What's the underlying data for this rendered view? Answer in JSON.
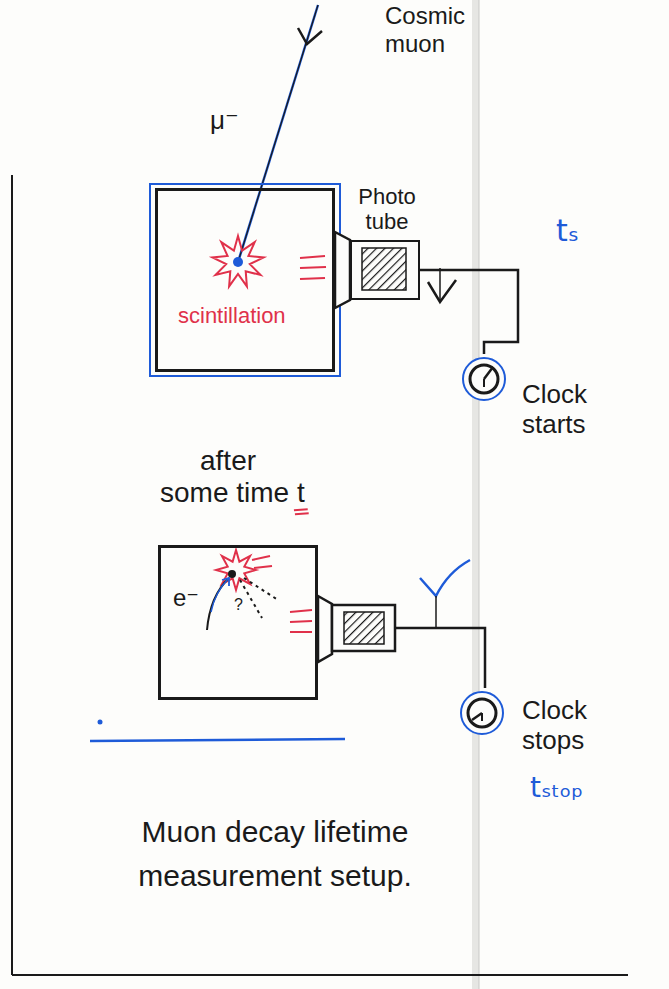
{
  "diagram": {
    "caption": "Muon decay lifetime measurement setup.",
    "nodes": [
      {
        "text": [
          "scintillation"
        ]
      },
      {
        "text": [
          "Photo tube"
        ]
      },
      {
        "text": [
          "Clock starts"
        ]
      },
      {
        "text": [
          "e⁻"
        ]
      },
      {
        "text": [
          "Clock stops"
        ]
      }
    ],
    "edges": [
      {
        "from": 1,
        "to": 2,
        "arrow": "none"
      }
    ],
    "labels": [
      "Cosmic muon",
      "μ⁻",
      "tₛ",
      "after some time t",
      "?",
      "tₛₜₒₚ"
    ]
  }
}
